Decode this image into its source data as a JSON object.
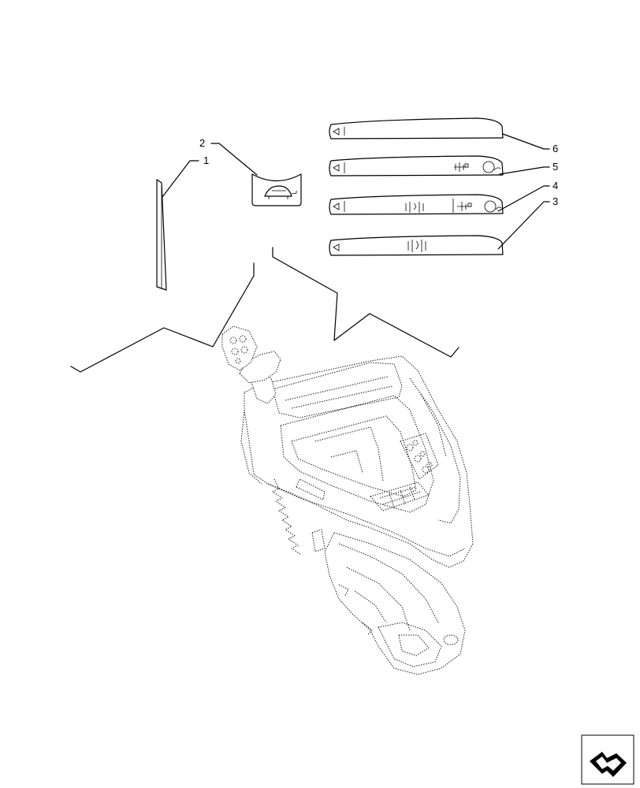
{
  "callouts": [
    "1",
    "2",
    "3",
    "4",
    "5",
    "6"
  ],
  "icons": {
    "tortoise_decal": "tortoise-icon",
    "navigation_badge": "next-page-arrow-icon"
  }
}
